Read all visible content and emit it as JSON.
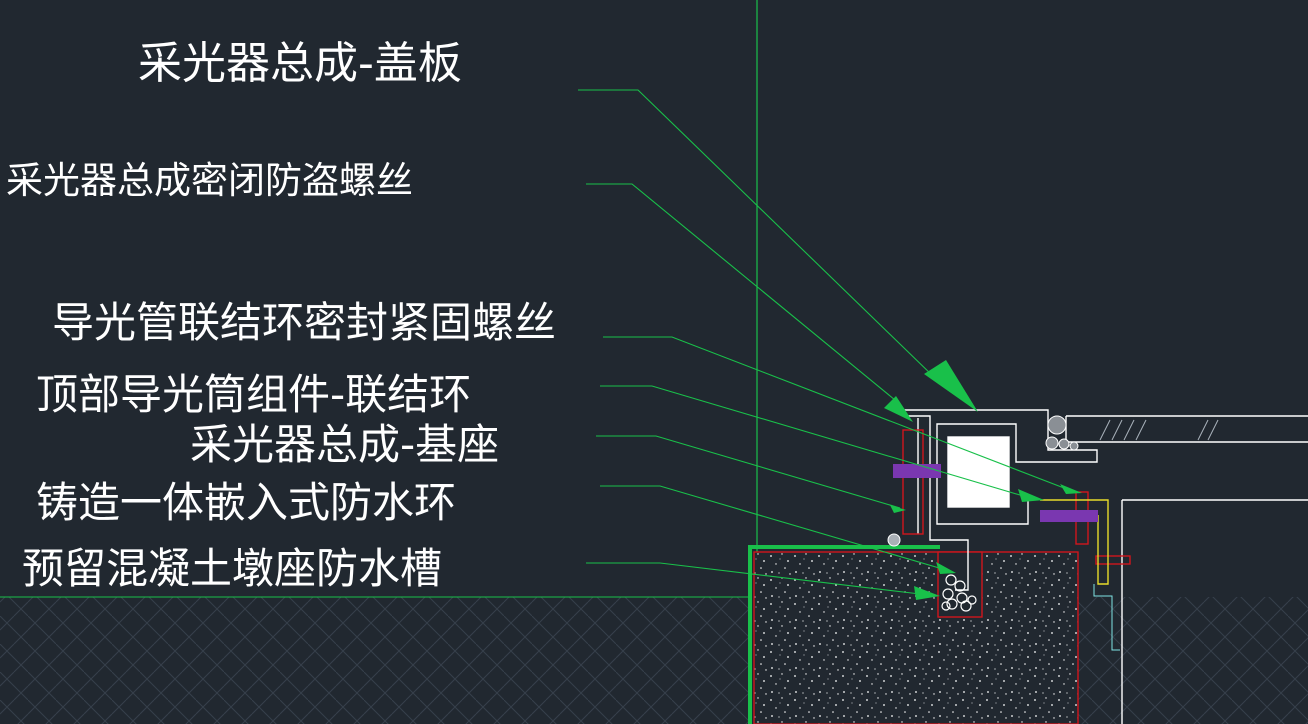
{
  "labels": [
    "采光器总成-盖板",
    "采光器总成密闭防盗螺丝",
    "导光管联结环密封紧固螺丝",
    "顶部导光筒组件-联结环",
    "采光器总成-基座",
    "铸造一体嵌入式防水环",
    "预留混凝土墩座防水槽"
  ],
  "colors": {
    "background": "#212830",
    "leader": "#19c04a",
    "outline": "#ffffff",
    "section_red": "#d0161c",
    "gasket_purple": "#7a37b0",
    "yellow": "#e8dc2a",
    "cyan": "#7fe3e3",
    "grid": "#3c4652"
  }
}
